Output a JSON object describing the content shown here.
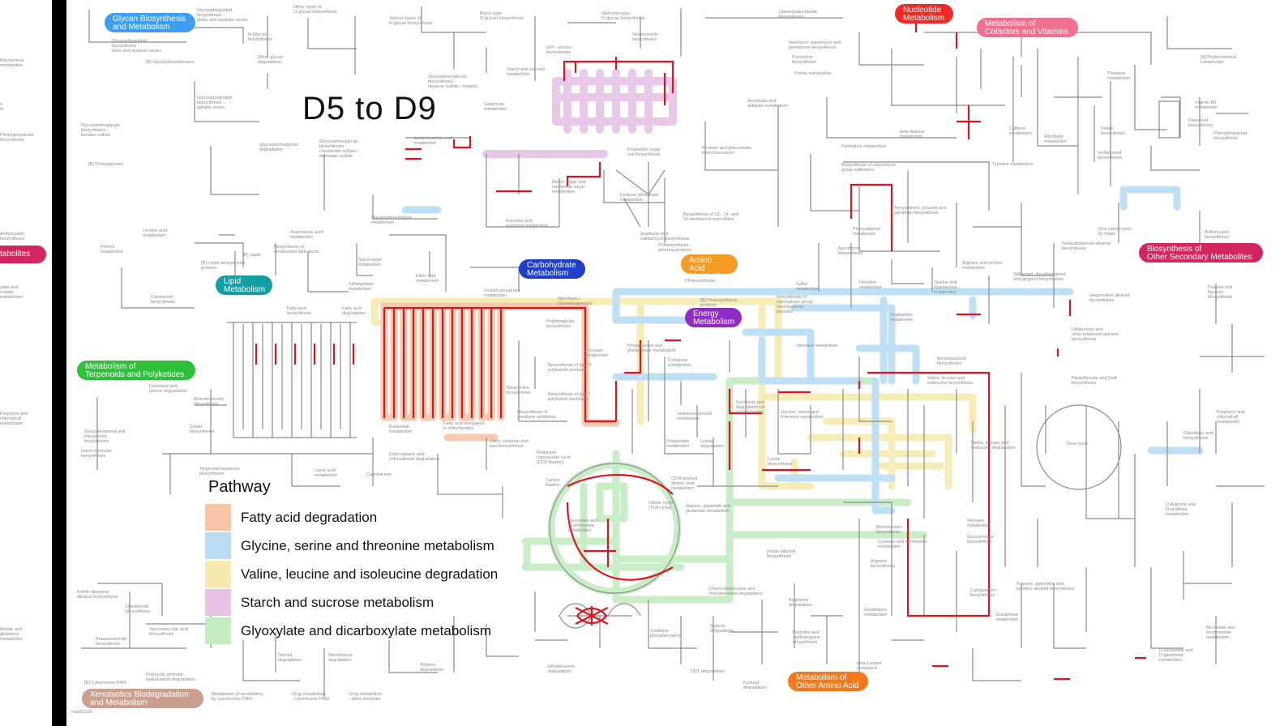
{
  "title": "D5 to D9",
  "colors": {
    "background": "#ffffff",
    "map_line": "#8c8c8c",
    "highlight": "#e0141e"
  },
  "legend": {
    "title": "Pathway",
    "items": [
      {
        "label": "Fatty acid degradation",
        "color": "#f7c4a6"
      },
      {
        "label": "Glycine, serine and threonine metabolism",
        "color": "#b9dcf3"
      },
      {
        "label": "Valine, leucine and isoleucine degradation",
        "color": "#f5eab0"
      },
      {
        "label": "Starch and sucrose metabolism",
        "color": "#e6c3e7"
      },
      {
        "label": "Glyoxylate and dicarboxylate metabolism",
        "color": "#c4ecc0"
      }
    ]
  },
  "categories": {
    "glycan": {
      "label": "Glycan Biosynthesis\nand Metabolism",
      "color": "#3f9ef0"
    },
    "nucleotide": {
      "label": "Nucleotide\nMetabolism",
      "color": "#ee2a25"
    },
    "cofactors": {
      "label": "Metabolism of\nCofactors and Vitamins",
      "color": "#f0708d"
    },
    "lipid": {
      "label": "Lipid\nMetabolism",
      "color": "#139ea2"
    },
    "carbohydrate": {
      "label": "Carbohydrate\nMetabolism",
      "color": "#1f3fc8"
    },
    "amino_acid": {
      "label": "Amino Acid\nMetabolism",
      "color": "#f59a23"
    },
    "energy": {
      "label": "Energy\nMetabolism",
      "color": "#8e2cc4"
    },
    "terpenoids": {
      "label": "Metabolism of\nTerpenoids and Polyketides",
      "color": "#2fc03a"
    },
    "secondary": {
      "label": "Biosynthesis of\nOther Secondary Metabolites",
      "color": "#d4265e"
    },
    "other_amino": {
      "label": "Metabolism of\nOther Amino Acid",
      "color": "#f4791b"
    },
    "xenobiotics": {
      "label": "Xenobiotics Biodegradation\nand Metabolism",
      "color": "#c9a08d"
    },
    "left_metabolites": {
      "label": "tabolites",
      "color": "#d4265e"
    }
  },
  "map_labels": {
    "glycosphingolipid_globo": "Glycosphingolipid\nbiosynthesis -\nglobo and isoglobo series",
    "other_o_glycan": "Other types of\nO-glycan biosynthesis",
    "various_n_glycan": "Various types of\nN-glycan biosynthesis",
    "mucin_o_glycan": "Mucin type\nO-glycan biosynthesis",
    "mannose_o_glycan": "Mannose type\nO-glycan biosynthesis",
    "lipopolysaccharide": "Lipopolysaccharide\nbiosynthesis",
    "phytochemical": "[B] Phytochemical\ncompounds",
    "glycosphingolipid_lacto": "Glycosphingolipid\nbiosynthesis -\nlacto and neolacto series",
    "glycosyltransferases": "[B] Glycosyltransferases",
    "n_glycan": "N-Glycan\nbiosynthesis",
    "other_glycan": "Other glycan\ndegradation",
    "gpi_anchor": "GPI - anchor\nbiosynthesis",
    "streptomycin": "Streptomycin\nbiosynthesis",
    "neomycin": "Neomycin, kanamycin and\ngentamicin biosynthesis",
    "puromycin": "Puromycin\nbiosynthesis",
    "purine": "Purine metabolism",
    "glycosaminoglycan_heparan": "Glycosaminoglycan\nbiosynthesis -\nheparan sulfate / heparin",
    "starch_sucrose": "Starch and sucrose\nmetabolism",
    "glycosphingolipid_ganglio": "Glycosphingolipid\nbiosynthesis -\nganglio series",
    "galactose": "Galactose\nmetabolism",
    "ascorbate": "Ascorbate and\naldarate metabolism",
    "beta_alanine": "beta-Alanine\nmetabolism",
    "caffeine": "Caffeine\nmetabolism",
    "riboflavin": "Riboflavin\nmetabolism",
    "folate": "Folate\nbiosynthesis",
    "flavonoid": "Flavonoid\nbiosynthesis",
    "phenylpropanoid_r": "Phenylpropanoid\nbiosynthesis",
    "thiamine": "Thiamine\nmetabolism",
    "vitamin_b6": "Vitamin B6\nmetabolism",
    "glycosaminoglycan_keratan": "Glycosaminoglycan\nbiosynthesis -\nkeratan sulfate",
    "glycosaminoglycan_degradation": "Glycosaminoglycan\ndegradation",
    "glycosaminoglycan_chondroitin": "Glycosaminoglycan\nbiosynthesis -\nchondroitin sulfate /\ndermatan sulfate",
    "alpha_linolenic": "alpha-Linolenic acid\nmetabolism",
    "polyketide_sugar": "Polyketide sugar\nunit biosynthesis",
    "pentose_glucuronate": "Pentose and glucuronate\ninterconversions",
    "pyrimidine": "Pyrimidine metabolism",
    "isoflavonoid": "Isoflavonoid\nbiosynthesis",
    "proteoglycans": "[B] Proteoglycans",
    "vancomycin": "Biosynthesis of vancomycin\ngroup antibiotics",
    "tyrosine": "Tyrosine metabolism",
    "amino_sugar": "Amino sugar and\nnucleotide sugar\nmetabolism",
    "pentose_phosphate": "Pentose phosphate\nmetabolism",
    "phenylalanine_tyrosine": "Phenylalanine, tyrosine and\ntryptophan biosynthesis",
    "one_carbon": "One carbon pool\nby folate",
    "anthocyanin": "Anthocyanin\nbiosynthesis",
    "glycerophospholipid": "Glycerophospholipid\nmetabolism",
    "fructose_mannose": "Fructose and\nmannose metabolism",
    "macrolides": "Biosynthesis of 12-, 14- and\n16-membered macrolides",
    "phenylalanine": "Phenylalanine\nmetabolism",
    "sesquiterpenoid_alkaloid": "Sesquiterpenoid alkaloid\nbiosynthesis",
    "linoleic": "Linoleic acid\nmetabolism",
    "arachidonic": "Arachidonic acid\nmetabolism",
    "acarbose": "Acarbose and\nvalidamycin biosynthesis",
    "novobiocin": "Novobiocin\nbiosynthesis",
    "retinol": "Retinol\nmetabolism",
    "lipids": "[B] Lipids",
    "unsaturated_fatty": "Biosynthesis of\nunsaturated fatty acids",
    "lipids_proteins": "[B] Lipids biosynthesis\nproteins",
    "glycerolipid": "Glycerolipid\nmetabolism",
    "phosphonate_sugar": "Photosynthesis -\nantenna proteins",
    "arginine_proline": "Arginine and proline\nmetabolism",
    "taurine": "Taurine and\nhypotaurine\nmetabolism",
    "sulfur": "Sulfur\nmetabolism",
    "ubiquinone_folate": "Flavone and\nflavonol\nbiosynthesis",
    "ether_lipid": "Ether lipid\nmetabolism",
    "photosynthesis": "Photosynthesis",
    "photosynthesis_proteins": "[B] Photosynthesis\nproteins",
    "phenylalanine_histidine": "Histidine\nmetabolism",
    "stilbenoid": "Stilbenoid, diarylheptanoid\nand gingerol biosynthesis",
    "terpenoid_backbone_2": "Terpenoid backbone\nbiosynthesis",
    "carotenoid": "Carotenoid\nbiosynthesis",
    "sphingolipid": "Sphingolipid\nmetabolism",
    "inositol": "Inositol phosphate\nmetabolism",
    "glycolysis": "Glycolysis /\nGluconeogenesis",
    "aminobenzoate": "Biosynthesis of\nsiderophore group\nnonribosomal\npeptides",
    "tryptophan": "Tryptophan\nmetabolism",
    "isoquinoline": "Isoquinoline alkaloid\nbiosynthesis",
    "ubiquinone": "Ubiquinone and\nother terpenoid-quinone\nbiosynthesis",
    "fatty_acid_bio": "Fatty acid\nbiosynthesis",
    "fatty_acid_deg": "Fatty acid\ndegradation",
    "peptidoglycan": "Peptidoglycan\nbiosynthesis",
    "pyruvate": "Pyruvate\nmetabolism",
    "phosphonate": "Phosphonate and\nphosphinate metabolism",
    "histidine": "Histidine metabolism",
    "benzoxazinoid": "Benzoxazinoid\nbiosynthesis",
    "d_alanine": "D-Alanine\nmetabolism",
    "type_ii_polyketide": "Biosynthesis of type II\npolyketide products",
    "valine_biosynthesis": "Valine, leucine and\nisoleucine biosynthesis",
    "pantothenate": "Pantothenate and CoA\nbiosynthesis",
    "limonene": "Limonene and\npinene degradation",
    "monoterpenoid": "Monoterpenoid\nbiosynthesis",
    "tetracycline": "Tetracycline\nbiosynthesis",
    "type_i_polyketide": "Biosynthesis of type I\npolyketide backbone",
    "ketone_bodies": "Synthesis and\ndegradation of\nketone bodies",
    "glycine_serine": "Glycine, serine and\nthreonine metabolism",
    "porphyrin": "Porphyrin and\nchlorophyll\nmetabolism",
    "butanoate": "Butanoate\nmetabolism",
    "fatty_elongation": "Fatty acid elongation\nin mitochondria",
    "enediyne": "Biosynthesis of\nenediyne antibiotics",
    "selenocompound": "Selenocompound\nmetabolism",
    "zeatin": "Zeatin\nbiosynthesis",
    "sesquiterpenoid": "Sesquiterpenoid and\ntriterpenoid\nbiosynthesis",
    "insect_hormone": "Insect hormone\nbiosynthesis",
    "cutin": "Cutin, suberine and\nwax biosynthesis",
    "propanoate": "Propanoate\nmetabolism",
    "lysine_deg": "Lysine\ndegradation",
    "valine_deg2": "Valine, leucine and\nisoleucine degradation",
    "urea_cycle": "Urea cycle",
    "clavulanic": "Clavulanic acid\nbiosynthesis",
    "chloroalkane": "Chloroalkane and\nchloroalkene degradation",
    "carbon_fixation": "Reductive\ncarboxylate cycle\n(CO2 fixation)",
    "terpenoid_backbone": "Terpenoid backbone\nbiosynthesis",
    "lipoic_acid": "Lipoic acid\nmetabolism",
    "caprolactam": "Caprolactam",
    "lysine_bio": "Lysine\nbiosynthesis",
    "carbon_fixation_2": "Carbon\nfixation",
    "c5_branched": "C5-Branched\ndibasic acid\nmetabolism",
    "citrate_cycle": "Citrate cycle\n(TCA cycle)",
    "alanine_aspartate": "Alanine, aspartate and\nglutamate metabolism",
    "glyoxylate": "Glyoxylate and\ndicarboxylate\nmetabolism",
    "nitrogen": "Nitrogen\nmetabolism",
    "glucosinolate": "Glucosinolate\nbiosynthesis",
    "d_arginine": "D-Arginine and\nD-ornithine\nmetabolism",
    "monobactam": "Monobactam\nbiosynthesis",
    "cysteine": "Cysteine and methionine\nmetabolism",
    "arginine_bio": "Arginine\nbiosynthesis",
    "glutathione_2": "Glutathione\nmetabolism",
    "carbapenem": "Carbapenem\nbiosynthesis",
    "tropane": "Tropane, piperidine and\npyridine alkaloid biosynthesis",
    "indole_alkaloid": "Indole alkaloid\nbiosynthesis",
    "indole_diterpene": "Indole diterpene\nalkaloid biosynthesis",
    "diterpenoid": "Diterpenoid\nbiosynthesis",
    "brassinosteroid": "Brassinosteroid\nbiosynthesis",
    "secondary_bile": "Secondary bile acid\nbiosynthesis",
    "chlorocyclohexane": "Chlorocyclohexane and\nchlorobenzene degradation",
    "bisphenol": "Bisphenol\ndegradation",
    "oxidative_phos": "Oxidative\nphosphorylation",
    "styrene": "Styrene\ndegradation",
    "penicillin": "Penicillin and\ncephalosporin\nbiosynthesis",
    "glutathione": "Glutathione\nmetabolism",
    "d_glutamine": "D-Glutamine and\nD-glutamate\nmetabolism",
    "nicotinate": "Nicotinate and\nnicotinamide\nmetabolism",
    "beta_lactam": "beta-Lactam\nresistance",
    "steroid": "Steroid\ndegradation",
    "toluene": "Toluene\ndegradation",
    "ethylbenzene": "Ethylbenzene\ndegradation",
    "ddt": "DDT degradation",
    "furfural": "Furfural\ndegradation",
    "cytochrome_p450": "[B] Cytochrome P450",
    "polycyclic_aromatic": "Polycyclic aromatic\nhydrocarbon degradation",
    "xenobiotics_p450": "Metabolism of xenobiotics\nby cytochrome P450",
    "drug_p450": "Drug metabolism\n- cytochrome P450",
    "drug_other": "Drug metabolism\n- other enzymes",
    "nitrotoluene": "Nitrotoluene\ndegradation",
    "map_id": "map01100"
  },
  "left_labels": [
    "Biochemical\nmetabolites",
    "s\nm",
    "Phenylpropanoid\nbiosynthesis",
    "Anthocyanin\nbiosynthesis",
    "ylate and\nxonate\nmetabolism",
    "Porphyrin and\nchlorophyll\nmetabolism",
    "lamate and\nglutamine\nmetabolism"
  ]
}
